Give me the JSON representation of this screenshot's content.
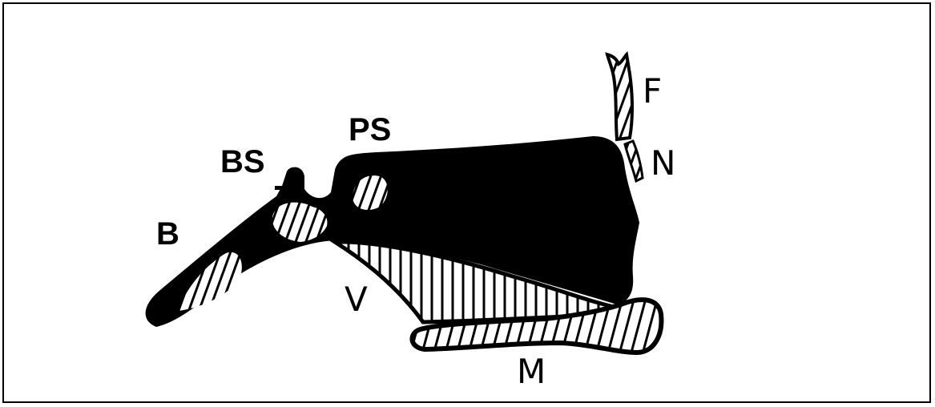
{
  "diagram": {
    "labels": {
      "b": "B",
      "bs": "BS",
      "ps": "PS",
      "f": "F",
      "n": "N",
      "v": "V",
      "m": "M"
    },
    "colors": {
      "ink": "#000000",
      "paper": "#ffffff"
    }
  }
}
